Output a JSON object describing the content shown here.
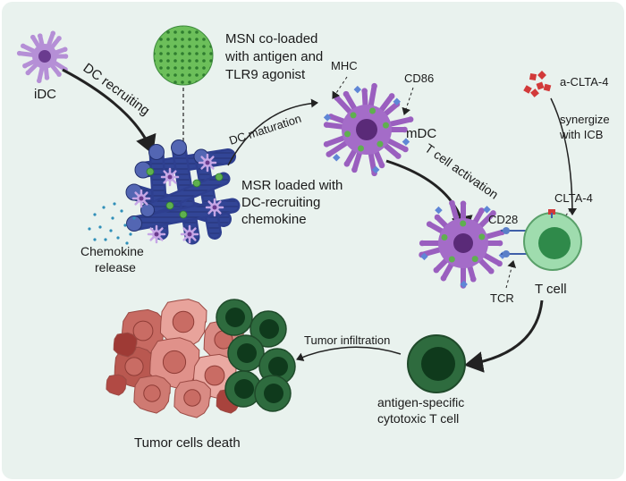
{
  "labels": {
    "idc": "iDC",
    "dc_recruiting": "DC recruiting",
    "msn_line1": "MSN co-loaded",
    "msn_line2": "with antigen and",
    "msn_line3": "TLR9 agonist",
    "dc_maturation": "DC maturation",
    "mhc": "MHC",
    "cd86": "CD86",
    "mdc": "mDC",
    "a_clta4": "a-CLTA-4",
    "synergize_line1": "synergize",
    "synergize_line2": "with ICB",
    "t_cell_activation": "T cell activation",
    "clta4": "CLTA-4",
    "cd28": "CD28",
    "msr_line1": "MSR loaded with",
    "msr_line2": "DC-recruiting",
    "msr_line3": "chemokine",
    "chemokine_line1": "Chemokine",
    "chemokine_line2": "release",
    "tcr": "TCR",
    "t_cell": "T cell",
    "tumor_infiltration": "Tumor infiltration",
    "ctl_line1": "antigen-specific",
    "ctl_line2": "cytotoxic T cell",
    "tumor_death": "Tumor cells death"
  },
  "colors": {
    "background": "#e9f2ee",
    "dc_purple": "#9a5fbf",
    "dc_nucleus": "#5a2a78",
    "msn_green": "#5fb04f",
    "msr_blue": "#2e3f8f",
    "t_cell_green": "#8fd3a2",
    "ctl_green": "#2f6b3f",
    "tumor_pink": "#e0918a",
    "tumor_red": "#b4473f",
    "receptor_red": "#d23a3a"
  }
}
